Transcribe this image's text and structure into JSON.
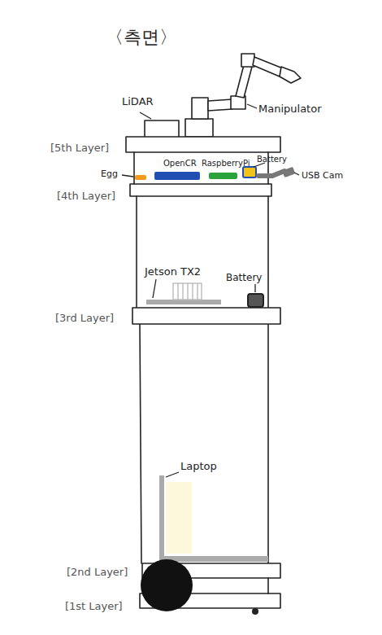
{
  "diagram": {
    "title": "〈측면〉",
    "labels": [
      "LiDAR",
      "Manipulator",
      "[5th Layer]",
      "OpenCR",
      "RaspberryPi",
      "Battery",
      "Egg",
      "USB Cam",
      "[4th Layer]",
      "Jetson TX2",
      "Battery",
      "[3rd Layer]",
      "Laptop",
      "[2nd Layer]",
      "[1st Layer]"
    ]
  }
}
